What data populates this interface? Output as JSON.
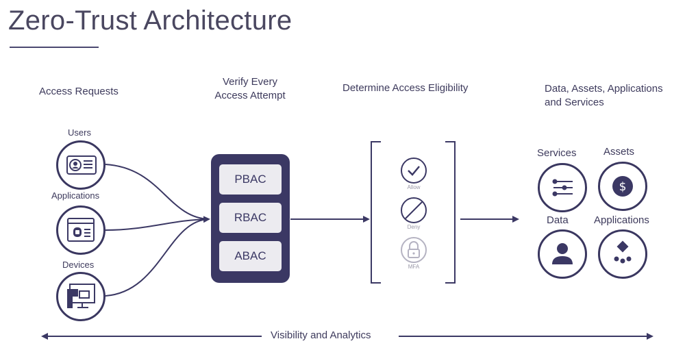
{
  "title": "Zero-Trust Architecture",
  "columns": {
    "access_requests": "Access Requests",
    "verify": "Verify Every Access Attempt",
    "determine": "Determine Access Eligibility",
    "resources": "Data, Assets, Applications and Services"
  },
  "requesters": [
    {
      "label": "Users",
      "icon": "id-card-icon"
    },
    {
      "label": "Applications",
      "icon": "app-window-icon"
    },
    {
      "label": "Devices",
      "icon": "devices-icon"
    }
  ],
  "policies": [
    "PBAC",
    "RBAC",
    "ABAC"
  ],
  "decisions": [
    {
      "label": "Allow",
      "icon": "check-icon"
    },
    {
      "label": "Deny",
      "icon": "deny-icon"
    },
    {
      "label": "MFA",
      "icon": "lock-icon"
    }
  ],
  "resources": [
    {
      "label": "Services",
      "icon": "sliders-icon"
    },
    {
      "label": "Assets",
      "icon": "dollar-icon"
    },
    {
      "label": "Data",
      "icon": "person-icon"
    },
    {
      "label": "Applications",
      "icon": "apps-icon"
    }
  ],
  "footer": "Visibility and Analytics",
  "colors": {
    "primary": "#3b3864",
    "muted": "#a09eb0",
    "text": "#3d3a5c"
  }
}
